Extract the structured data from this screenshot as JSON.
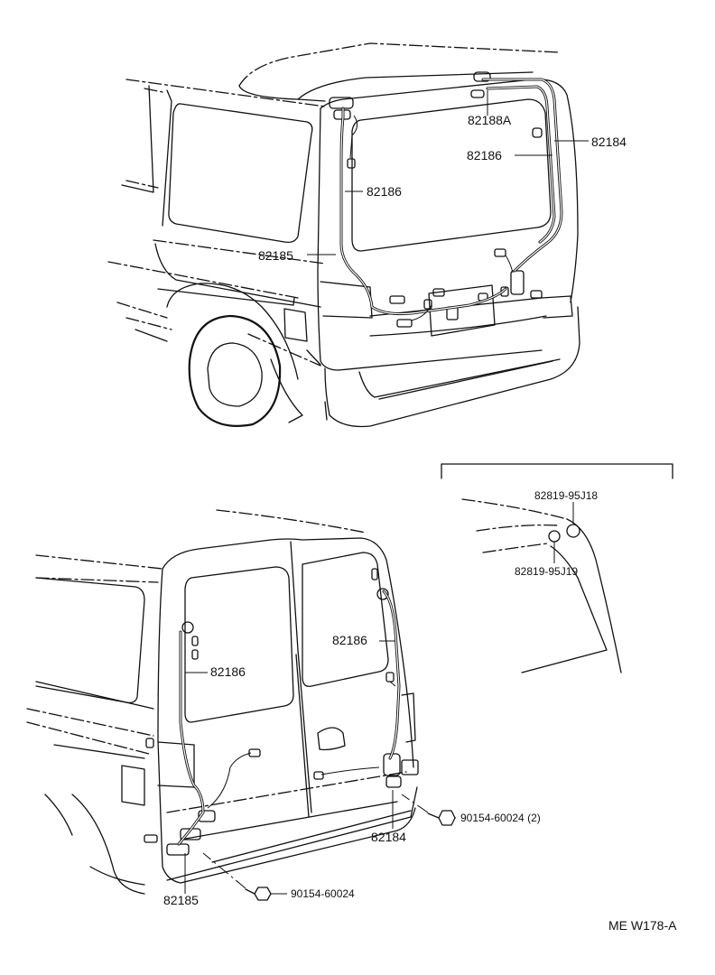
{
  "labels": {
    "top_82188A": "82188A",
    "top_82184": "82184",
    "top_82186_right": "82186",
    "top_82186_left": "82186",
    "top_82185": "82185",
    "inset_82819_95J18": "82819-95J18",
    "inset_82819_95J19": "82819-95J19",
    "bottom_82186_left": "82186",
    "bottom_82186_right": "82186",
    "bottom_82184": "82184",
    "bottom_82185": "82185",
    "bottom_bolt_2": "90154-60024 (2)",
    "bottom_bolt_1": "90154-60024"
  },
  "footer": {
    "code": "ME  W178-A"
  }
}
